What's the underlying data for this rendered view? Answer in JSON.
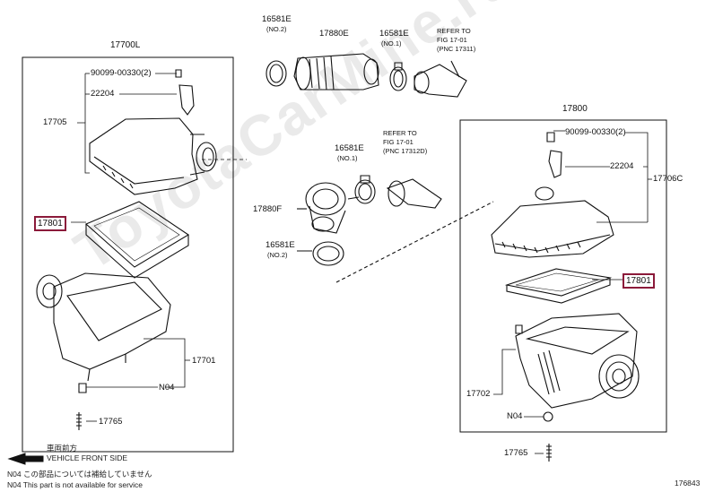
{
  "watermark": "ToyotaCarMine.ru",
  "left_group": {
    "title": "17700L",
    "bolt": "90099-00330(2)",
    "hose": "22204",
    "cap": "17705",
    "filter": "17801",
    "case": "17701",
    "nut": "N04",
    "stud": "17765"
  },
  "right_group": {
    "title": "17800",
    "bolt": "90099-00330(2)",
    "hose": "22204",
    "cap": "17706C",
    "filter": "17801",
    "case": "17702",
    "nut": "N04",
    "stud": "17765"
  },
  "top": {
    "clamp_a": "16581E",
    "clamp_a_note": "(NO.2)",
    "hose_top": "17880E",
    "clamp_b": "16581E",
    "clamp_b_note": "(NO.1)",
    "refer_1": "REFER TO",
    "refer_2": "FIG 17-01",
    "refer_3": "(PNC 17311)"
  },
  "middle": {
    "clamp_c": "16581E",
    "clamp_c_note": "(NO.1)",
    "refer_1": "REFER TO",
    "refer_2": "FIG 17-01",
    "refer_3": "(PNC 17312D)",
    "hose_mid": "17880F",
    "clamp_d": "16581E",
    "clamp_d_note": "(NO.2)"
  },
  "footer": {
    "front_jp": "車両前方",
    "front_en": "VEHICLE FRONT SIDE",
    "n04_jp": "N04 この部品については補給していません",
    "n04_en": "N04 This part is not available for service",
    "figure_id": "176843"
  }
}
